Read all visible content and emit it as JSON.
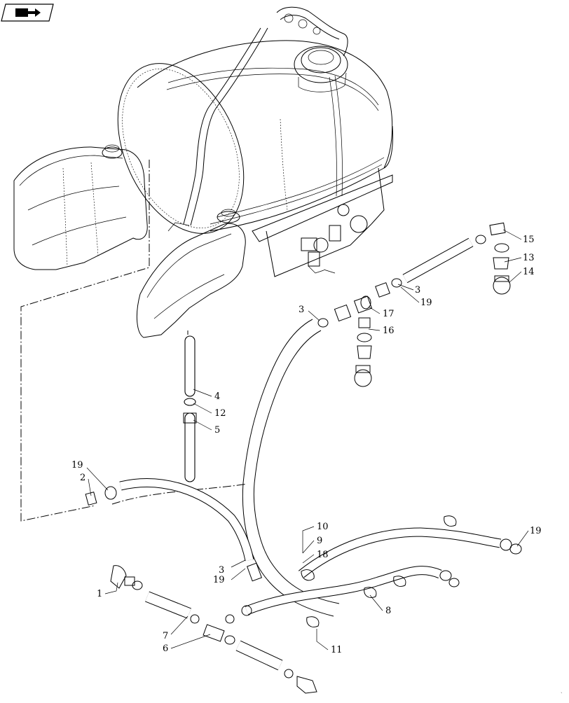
{
  "callouts": [
    {
      "id": "c1",
      "text": "1"
    },
    {
      "id": "c2",
      "text": "2"
    },
    {
      "id": "c3a",
      "text": "3"
    },
    {
      "id": "c3b",
      "text": "3"
    },
    {
      "id": "c3c",
      "text": "3"
    },
    {
      "id": "c4",
      "text": "4"
    },
    {
      "id": "c5",
      "text": "5"
    },
    {
      "id": "c6",
      "text": "6"
    },
    {
      "id": "c7",
      "text": "7"
    },
    {
      "id": "c8",
      "text": "8"
    },
    {
      "id": "c9",
      "text": "9"
    },
    {
      "id": "c10",
      "text": "10"
    },
    {
      "id": "c11",
      "text": "11"
    },
    {
      "id": "c12",
      "text": "12"
    },
    {
      "id": "c13",
      "text": "13"
    },
    {
      "id": "c14",
      "text": "14"
    },
    {
      "id": "c15",
      "text": "15"
    },
    {
      "id": "c16",
      "text": "16"
    },
    {
      "id": "c17",
      "text": "17"
    },
    {
      "id": "c18",
      "text": "18"
    },
    {
      "id": "c19a",
      "text": "19"
    },
    {
      "id": "c19b",
      "text": "19"
    },
    {
      "id": "c19c",
      "text": "19"
    },
    {
      "id": "c19d",
      "text": "19"
    }
  ],
  "nav_icon": "book-return-icon"
}
